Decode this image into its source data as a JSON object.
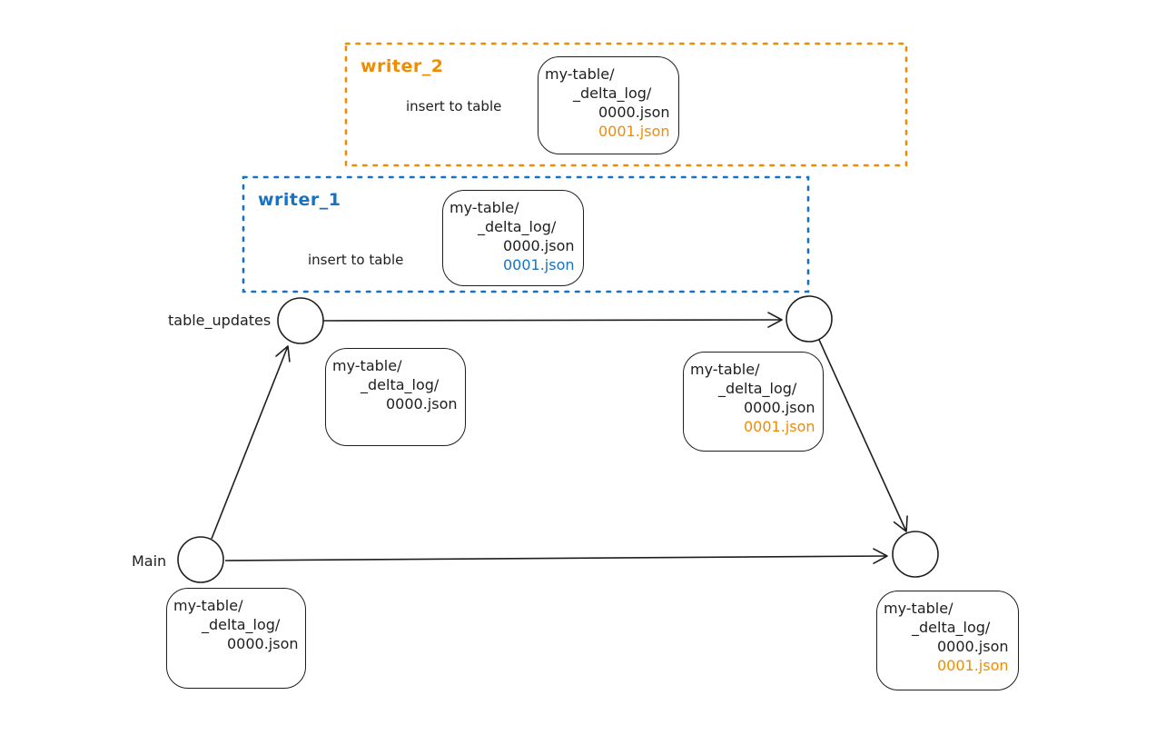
{
  "colors": {
    "ink": "#1e1e1e",
    "orange": "#f08c00",
    "blue": "#1971c2",
    "background": "#ffffff"
  },
  "writer2": {
    "label": "writer_2",
    "action": "insert to table",
    "files": [
      "my-table/",
      "_delta_log/",
      "0000.json",
      "0001.json"
    ]
  },
  "writer1": {
    "label": "writer_1",
    "action": "insert to table",
    "files": [
      "my-table/",
      "_delta_log/",
      "0000.json",
      "0001.json"
    ]
  },
  "branches": {
    "table_updates_label": "table_updates",
    "main_label": "Main"
  },
  "files": {
    "table_updates_v0": [
      "my-table/",
      "_delta_log/",
      "0000.json"
    ],
    "table_updates_v1": [
      "my-table/",
      "_delta_log/",
      "0000.json",
      "0001.json"
    ],
    "main_v0": [
      "my-table/",
      "_delta_log/",
      "0000.json"
    ],
    "main_v1": [
      "my-table/",
      "_delta_log/",
      "0000.json",
      "0001.json"
    ]
  }
}
